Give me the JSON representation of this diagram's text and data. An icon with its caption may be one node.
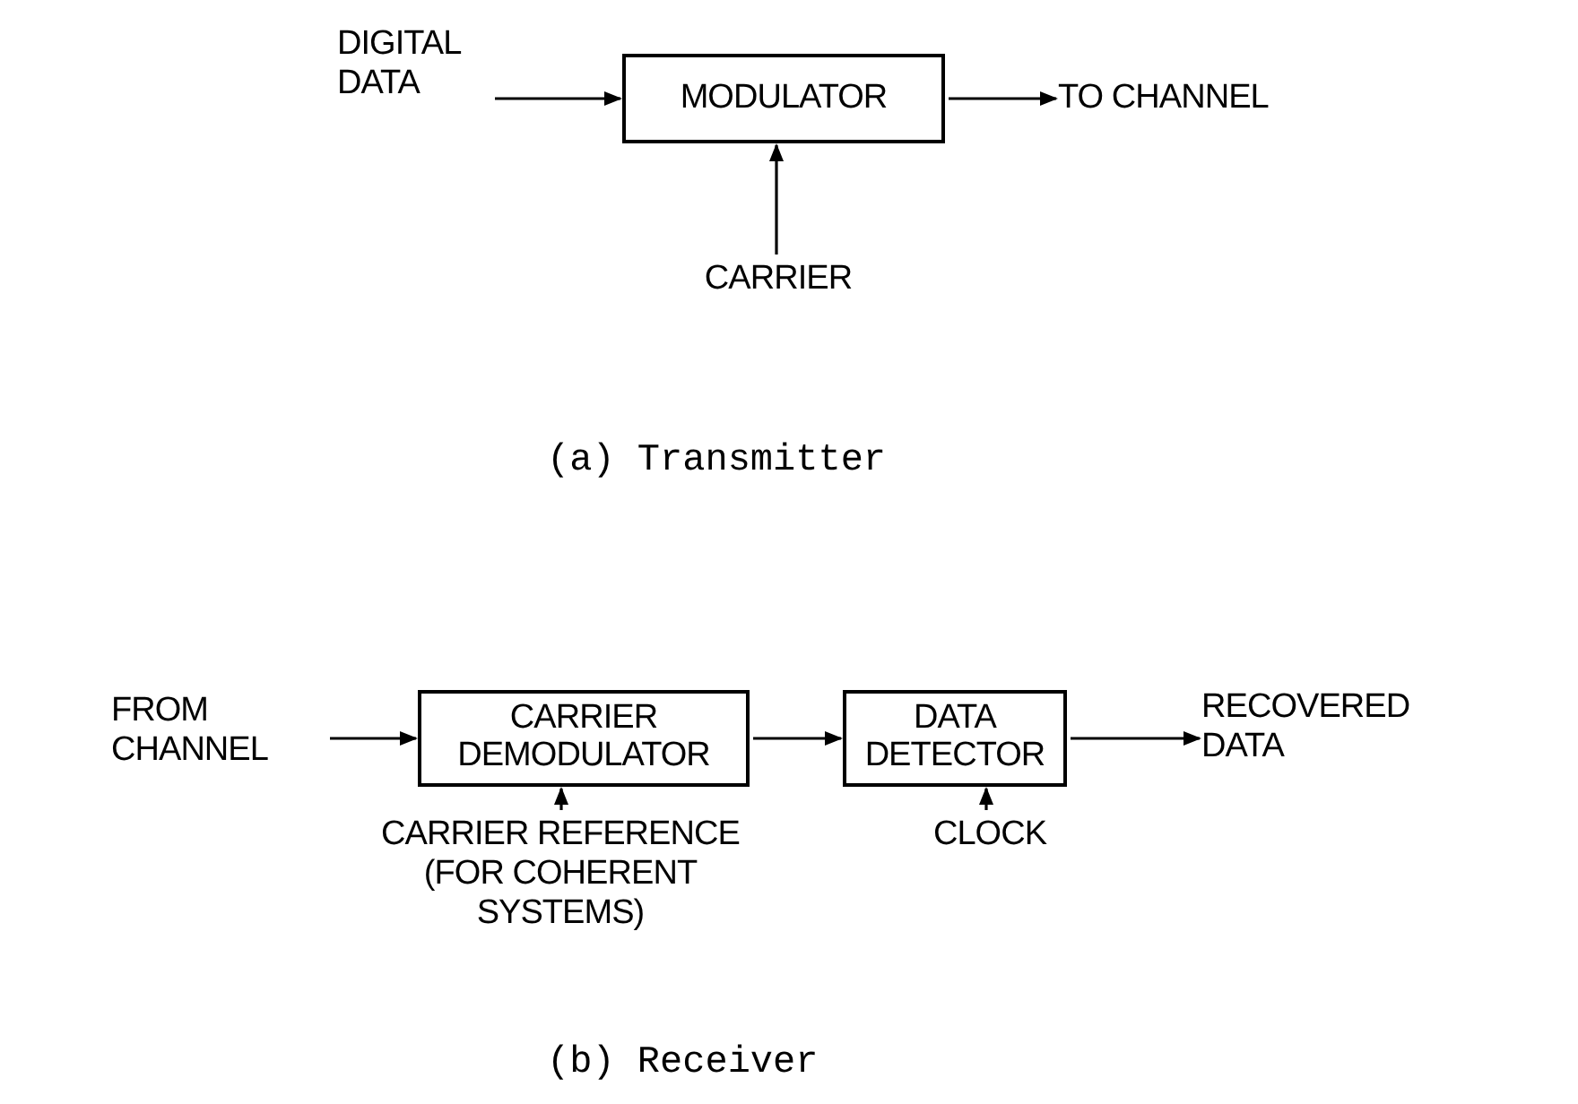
{
  "diagram": {
    "nodes": [
      {
        "text": [
          "DIGITAL DATA"
        ]
      },
      {
        "text": [
          "MODULATOR"
        ]
      },
      {
        "text": [
          "TO CHANNEL"
        ]
      },
      {
        "text": [
          "CARRIER"
        ]
      },
      {
        "text": [
          "FROM CHANNEL"
        ]
      },
      {
        "text": [
          "CARRIER DEMODULATOR"
        ]
      },
      {
        "text": [
          "DATA DETECTOR"
        ]
      },
      {
        "text": [
          "RECOVERED DATA"
        ]
      },
      {
        "text": [
          "CARRIER REFERENCE (FOR COHERENT SYSTEMS)"
        ]
      },
      {
        "text": [
          "CLOCK"
        ]
      }
    ],
    "edges": [
      {
        "from": 0,
        "to": 1,
        "arrow": "to"
      },
      {
        "from": 1,
        "to": 2,
        "arrow": "to"
      },
      {
        "from": 3,
        "to": 1,
        "arrow": "to"
      },
      {
        "from": 4,
        "to": 5,
        "arrow": "to"
      },
      {
        "from": 5,
        "to": 6,
        "arrow": "to"
      },
      {
        "from": 6,
        "to": 7,
        "arrow": "to"
      },
      {
        "from": 8,
        "to": 5,
        "arrow": "to"
      },
      {
        "from": 9,
        "to": 6,
        "arrow": "to"
      }
    ],
    "labels": [
      "(a) Transmitter",
      "(b) Receiver"
    ]
  }
}
